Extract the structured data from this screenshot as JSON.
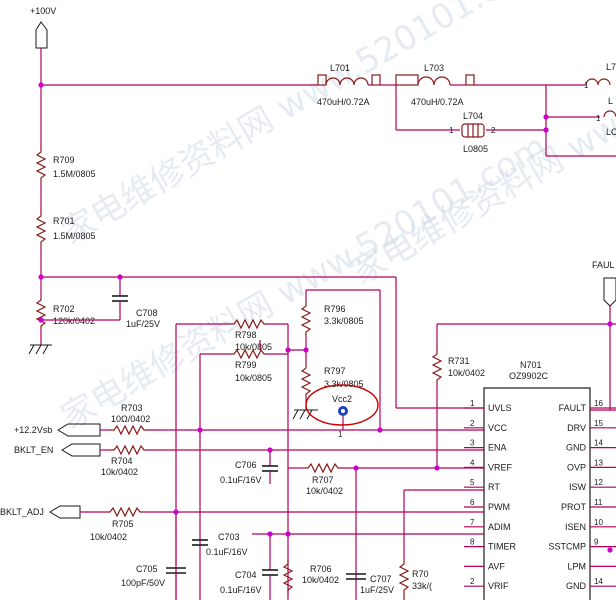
{
  "supply": {
    "label": "+100V"
  },
  "inductors": [
    {
      "ref": "L701",
      "value": "470uH/0.72A"
    },
    {
      "ref": "L703",
      "value": "470uH/0.72A"
    },
    {
      "ref": "L704",
      "value": "L0805",
      "pin1": "1",
      "pin2": "2"
    }
  ],
  "resistors": [
    {
      "ref": "R709",
      "value": "1.5M/0805"
    },
    {
      "ref": "R701",
      "value": "1.5M/0805"
    },
    {
      "ref": "R702",
      "value": "120k/0402"
    },
    {
      "ref": "R798",
      "value": "10k/0805"
    },
    {
      "ref": "R799",
      "value": "10k/0805"
    },
    {
      "ref": "R796",
      "value": "3.3k/0805"
    },
    {
      "ref": "R797",
      "value": "3.3k/0805"
    },
    {
      "ref": "R731",
      "value": "10k/0402"
    },
    {
      "ref": "R703",
      "value": "10Ω/0402"
    },
    {
      "ref": "R704",
      "value": "10k/0402"
    },
    {
      "ref": "R707",
      "value": "10k/0402"
    },
    {
      "ref": "R705",
      "value": "10k/0402"
    },
    {
      "ref": "R706",
      "value": "10k/0402"
    },
    {
      "ref": "R70",
      "value": "33k/("
    }
  ],
  "capacitors": [
    {
      "ref": "C708",
      "value": "1uF/25V"
    },
    {
      "ref": "C706",
      "value": "0.1uF/16V"
    },
    {
      "ref": "C703",
      "value": "0.1uF/16V"
    },
    {
      "ref": "C705",
      "value": "100pF/50V"
    },
    {
      "ref": "C704",
      "value": "0.1uF/16V"
    },
    {
      "ref": "C707",
      "value": "1uF/25V"
    }
  ],
  "nets": {
    "vsb": "+12.2Vsb",
    "bklt_en": "BKLT_EN",
    "bklt_adj": "BKLT_ADJ",
    "fault": "FAUL",
    "vcc2": "Vcc2",
    "vcc2_pin": "1"
  },
  "ic": {
    "ref": "N701",
    "part": "OZ9902C",
    "left_pins": [
      {
        "num": "1",
        "name": "UVLS"
      },
      {
        "num": "2",
        "name": "VCC"
      },
      {
        "num": "3",
        "name": "ENA"
      },
      {
        "num": "4",
        "name": "VREF"
      },
      {
        "num": "5",
        "name": "RT"
      },
      {
        "num": "6",
        "name": "PWM"
      },
      {
        "num": "7",
        "name": "ADIM"
      },
      {
        "num": "8",
        "name": "TIMER"
      },
      {
        "num": "",
        "name": "AVF"
      },
      {
        "num": "2",
        "name": "VRIF"
      }
    ],
    "right_pins": [
      {
        "num": "16",
        "name": "FAULT"
      },
      {
        "num": "15",
        "name": "DRV"
      },
      {
        "num": "14",
        "name": "GND"
      },
      {
        "num": "13",
        "name": "OVP"
      },
      {
        "num": "12",
        "name": "ISW"
      },
      {
        "num": "11",
        "name": "PROT"
      },
      {
        "num": "10",
        "name": "ISEN"
      },
      {
        "num": "9",
        "name": "SSTCMP"
      },
      {
        "num": "",
        "name": "LPM"
      },
      {
        "num": "14",
        "name": "GND"
      }
    ]
  },
  "edge": {
    "top1": "L7",
    "top2": "1",
    "top3": "L",
    "top4": "1",
    "bot": "LC"
  },
  "watermark": "家电维修资料网 www.520101.com"
}
